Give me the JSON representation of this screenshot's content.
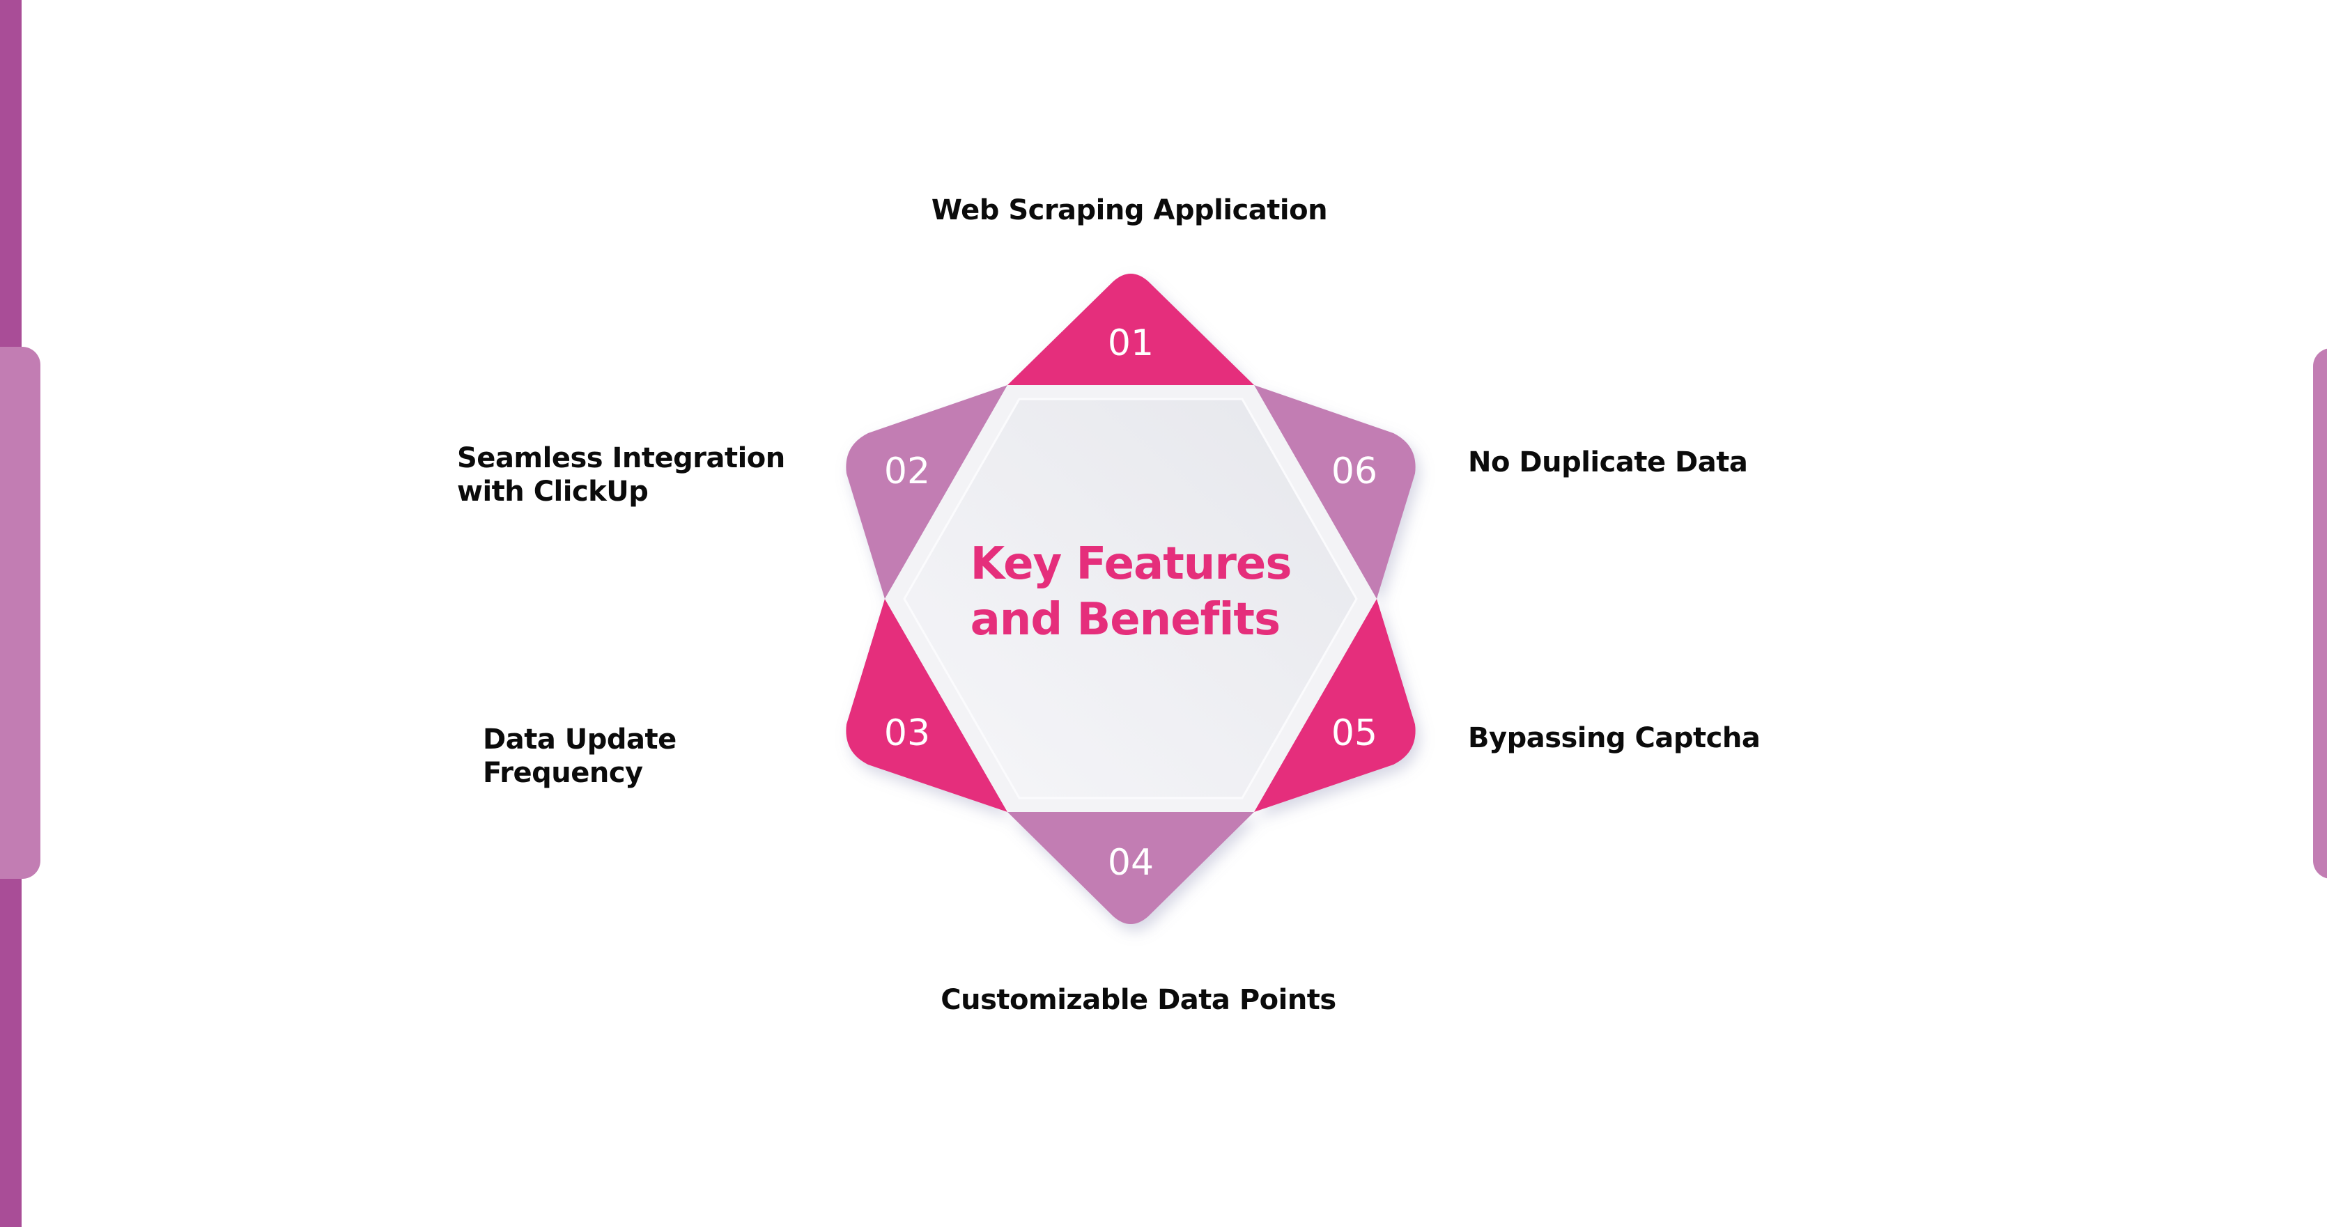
{
  "title": {
    "line1": "Key Features",
    "line2": "and Benefits"
  },
  "colors": {
    "accent_pink": "#E52E7B",
    "accent_mauve": "#C27DB3",
    "edge_dark": "#A94D97",
    "hex_fill": "#EDEDF1",
    "hex_border": "#F7F7FA"
  },
  "features": [
    {
      "number": "01",
      "label_lines": [
        "Web Scraping Application"
      ],
      "color": "#E52E7B",
      "position": "top"
    },
    {
      "number": "02",
      "label_lines": [
        "Seamless Integration",
        "with ClickUp"
      ],
      "color": "#C27DB3",
      "position": "upper-left"
    },
    {
      "number": "03",
      "label_lines": [
        "Data Update",
        "Frequency"
      ],
      "color": "#E52E7B",
      "position": "lower-left"
    },
    {
      "number": "04",
      "label_lines": [
        "Customizable Data Points"
      ],
      "color": "#C27DB3",
      "position": "bottom"
    },
    {
      "number": "05",
      "label_lines": [
        "Bypassing Captcha"
      ],
      "color": "#E52E7B",
      "position": "lower-right"
    },
    {
      "number": "06",
      "label_lines": [
        "No Duplicate Data"
      ],
      "color": "#C27DB3",
      "position": "upper-right"
    }
  ]
}
